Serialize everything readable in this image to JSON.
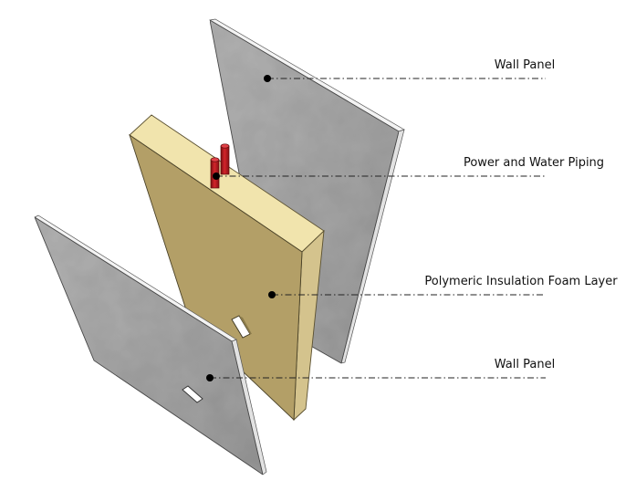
{
  "labels": {
    "wall_panel_back": "Wall Panel",
    "piping": "Power and Water Piping",
    "insulation": "Polymeric Insulation Foam Layer",
    "wall_panel_front": "Wall Panel"
  },
  "colors": {
    "concrete": "#a8a8a8",
    "concrete_edge": "#efefef",
    "foam_face": "#b39f67",
    "foam_top": "#f2e6b0",
    "foam_side": "#d2c18a",
    "pipe": "#b8191e",
    "leader": "#222222"
  }
}
